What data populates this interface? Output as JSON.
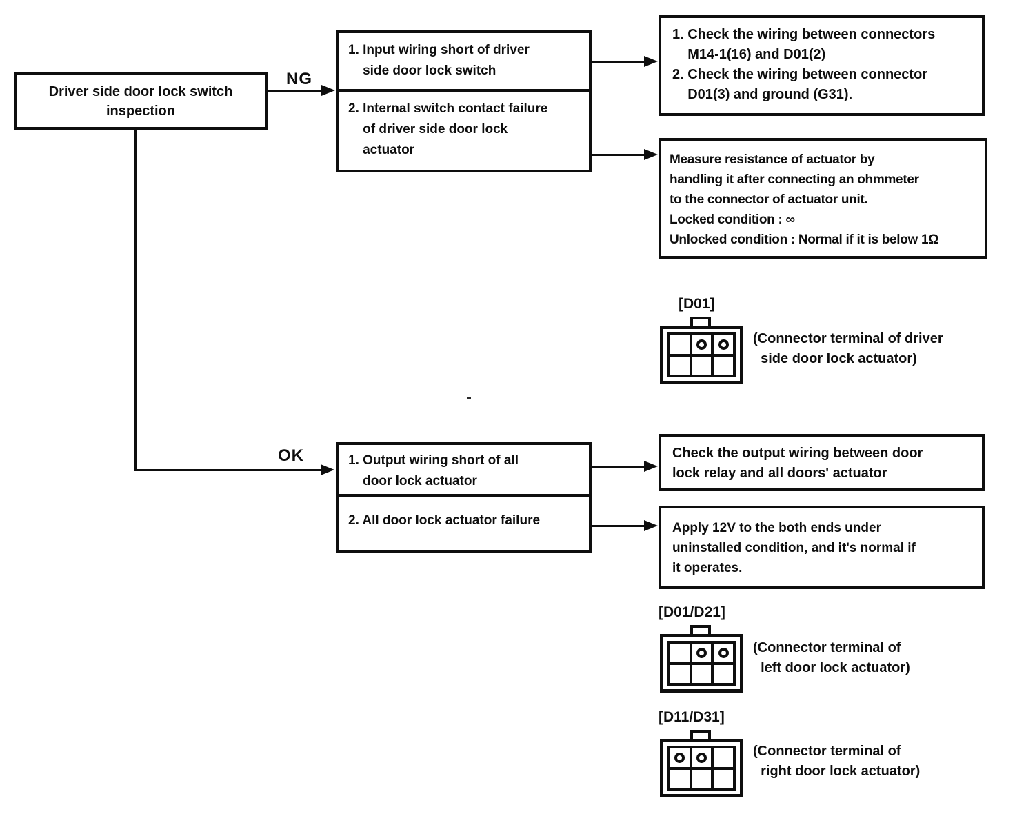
{
  "colors": {
    "ink": "#0e0e0e",
    "paper": "#ffffff"
  },
  "flowchart": {
    "start_box": {
      "text": "Driver side door lock switch\ninspection"
    },
    "ng_branch": {
      "label": "NG",
      "causes_box": {
        "item1": "1. Input wiring short of driver\n    side door lock switch",
        "item2": "2. Internal switch contact failure\n    of driver side door lock\n    actuator"
      },
      "action_box1": "1. Check the wiring between connectors\n    M14-1(16) and D01(2)\n2. Check the wiring between connector\n    D01(3) and ground (G31).",
      "action_box2": "Measure resistance of actuator by\nhandling it after connecting an ohmmeter\nto the connector of actuator unit.\nLocked condition : ∞\nUnlocked condition : Normal if it is below 1Ω"
    },
    "ok_branch": {
      "label": "OK",
      "causes_box": {
        "item1": "1. Output wiring short of all\n    door lock actuator",
        "item2": "2. All door lock actuator failure"
      },
      "action_box1": "Check the output wiring between door\nlock relay and all doors' actuator",
      "action_box2": "Apply 12V to the both ends under\nuninstalled condition, and it's normal if\nit operates."
    },
    "connectors": [
      {
        "id": "[D01]",
        "caption": "(Connector terminal of driver\n  side door lock actuator)",
        "terminals": "top-middle, top-right"
      },
      {
        "id": "[D01/D21]",
        "caption": "(Connector terminal of\n  left door lock actuator)",
        "terminals": "top-middle, top-right"
      },
      {
        "id": "[D11/D31]",
        "caption": "(Connector terminal of\n  right door lock actuator)",
        "terminals": "top-left, top-middle"
      }
    ]
  }
}
